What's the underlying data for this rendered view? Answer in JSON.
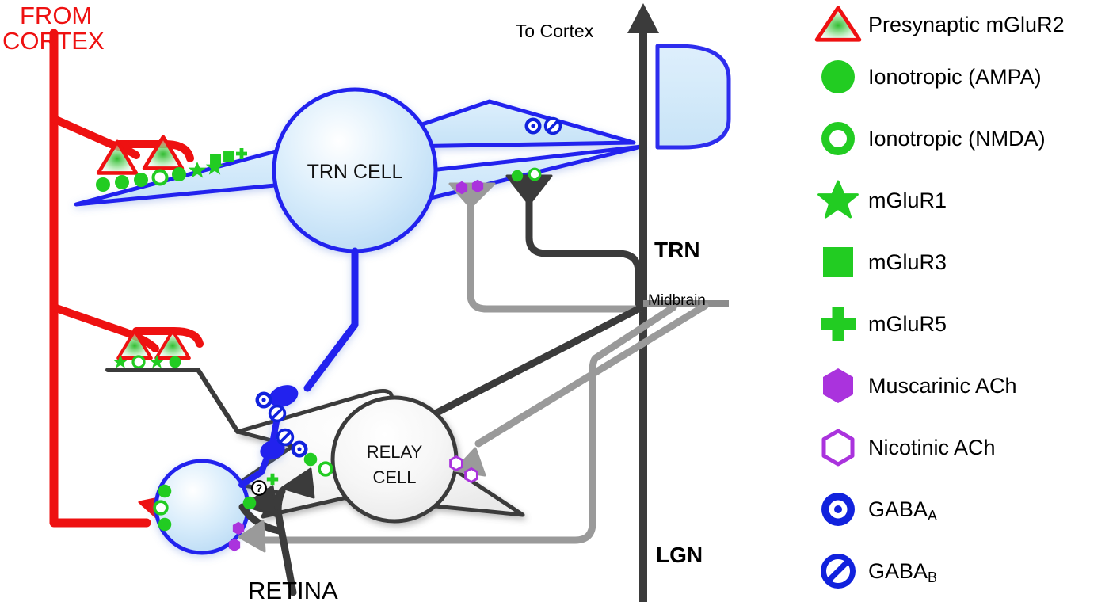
{
  "title": "Thalamocortical circuit receptor diagram (LGN / TRN)",
  "colors": {
    "cortex_red": "#ee1111",
    "receptor_green": "#22cc22",
    "ach_purple": "#aa33dd",
    "gaba_blue": "#1122dd",
    "cell_blue_stroke": "#2222ee",
    "cell_blue_fill": "#cfe6f8",
    "relay_gray_stroke": "#3b3b3b",
    "relay_gray_fill": "#f2f2f2",
    "dark_terminal": "#3b3b3b",
    "light_terminal": "#999999",
    "midbrain_gray": "#8c8c8c",
    "text_black": "#000000"
  },
  "labels": {
    "from_cortex": "FROM\nCORTEX",
    "from_cortex_line1": "FROM",
    "from_cortex_line2": "CORTEX",
    "to_cortex": "To Cortex",
    "trn_cell": "TRN CELL",
    "relay_cell_line1": "RELAY",
    "relay_cell_line2": "CELL",
    "trn_region": "TRN",
    "lgn_region": "LGN",
    "midbrain": "Midbrain",
    "retina": "RETINA",
    "unknown_receptor": "?"
  },
  "legend": {
    "items": [
      {
        "icon": "presynaptic-mglur2-triangle",
        "label": "Presynaptic mGluR2",
        "color": "#22cc22",
        "outline": "#ee1111"
      },
      {
        "icon": "filled-circle",
        "label": "Ionotropic (AMPA)",
        "color": "#22cc22",
        "outline": "#22cc22"
      },
      {
        "icon": "open-circle",
        "label": "Ionotropic (NMDA)",
        "color": "none",
        "outline": "#22cc22"
      },
      {
        "icon": "filled-star",
        "label": "mGluR1",
        "color": "#22cc22",
        "outline": "#22cc22"
      },
      {
        "icon": "filled-square",
        "label": "mGluR3",
        "color": "#22cc22",
        "outline": "#22cc22"
      },
      {
        "icon": "filled-plus",
        "label": "mGluR5",
        "color": "#22cc22",
        "outline": "#22cc22"
      },
      {
        "icon": "filled-hexagon",
        "label": "Muscarinic ACh",
        "color": "#aa33dd",
        "outline": "#aa33dd"
      },
      {
        "icon": "open-hexagon",
        "label": "Nicotinic ACh",
        "color": "none",
        "outline": "#aa33dd"
      },
      {
        "icon": "gaba-a-ring-circle",
        "label_main": "GABA",
        "label_sub": "A",
        "label": "GABAA",
        "color": "#1122dd",
        "outline": "#1122dd"
      },
      {
        "icon": "gaba-b-slash-circle",
        "label_main": "GABA",
        "label_sub": "B",
        "label": "GABAB",
        "color": "none",
        "outline": "#1122dd"
      }
    ]
  },
  "receptor_groups": [
    {
      "name": "trn-dendrite-cortical-synapse-upper",
      "location": "TRN proximal dendrite, upper-left",
      "markers": [
        "AMPA",
        "AMPA",
        "AMPA",
        "NMDA",
        "AMPA",
        "mGluR1",
        "mGluR1"
      ],
      "presynaptic": [
        "mGluR2-triangle",
        "mGluR2-triangle"
      ]
    },
    {
      "name": "trn-dendrite-metabotropic-extrasynaptic",
      "location": "TRN dendrite, right of cortical terminals",
      "markers": [
        "mGluR3",
        "mGluR3",
        "mGluR5"
      ]
    },
    {
      "name": "trn-dendrite-gaba-receptors",
      "location": "TRN distal dendrite, upper-right",
      "markers": [
        "GABA-A",
        "GABA-B"
      ]
    },
    {
      "name": "trn-dendrite-muscarinic",
      "location": "TRN dendrite over light-gray midbrain terminal",
      "markers": [
        "Muscarinic ACh",
        "Muscarinic ACh"
      ]
    },
    {
      "name": "trn-dendrite-glutamatergic-midbrain",
      "location": "TRN dendrite over dark-gray midbrain terminal",
      "markers": [
        "AMPA",
        "NMDA"
      ]
    },
    {
      "name": "relay-dendrite-cortical-synapse",
      "location": "Relay cell distal dendrite, cortical drive",
      "markers": [
        "mGluR1",
        "NMDA",
        "mGluR1",
        "AMPA"
      ],
      "presynaptic": [
        "mGluR2-triangle",
        "mGluR2-triangle"
      ]
    },
    {
      "name": "relay-dendrite-gaba-upper",
      "location": "Relay cell dendrite, upper TRN axon terminal",
      "markers": [
        "GABA-A",
        "GABA-B"
      ]
    },
    {
      "name": "relay-dendrite-gaba-lower",
      "location": "Relay cell dendrite, lower interneuron terminal",
      "markers": [
        "GABA-B",
        "GABA-A"
      ]
    },
    {
      "name": "relay-dendrite-retinal-synapse",
      "location": "Relay cell dendrite, retinal terminal",
      "markers": [
        "AMPA",
        "NMDA"
      ]
    },
    {
      "name": "relay-dendrite-nicotinic",
      "location": "Relay cell soma, light-gray midbrain terminal",
      "markers": [
        "Nicotinic ACh",
        "Nicotinic ACh"
      ]
    },
    {
      "name": "interneuron-cortical-synapse",
      "location": "Interneuron soma, cortical terminal",
      "markers": [
        "AMPA",
        "NMDA",
        "AMPA"
      ]
    },
    {
      "name": "interneuron-retinal-synapse",
      "location": "Interneuron dendrite, retinal terminal",
      "markers": [
        "?",
        "mGluR5",
        "AMPA"
      ]
    },
    {
      "name": "interneuron-muscarinic",
      "location": "Interneuron soma, light-gray midbrain terminal",
      "markers": [
        "Muscarinic ACh",
        "Muscarinic ACh"
      ]
    }
  ]
}
